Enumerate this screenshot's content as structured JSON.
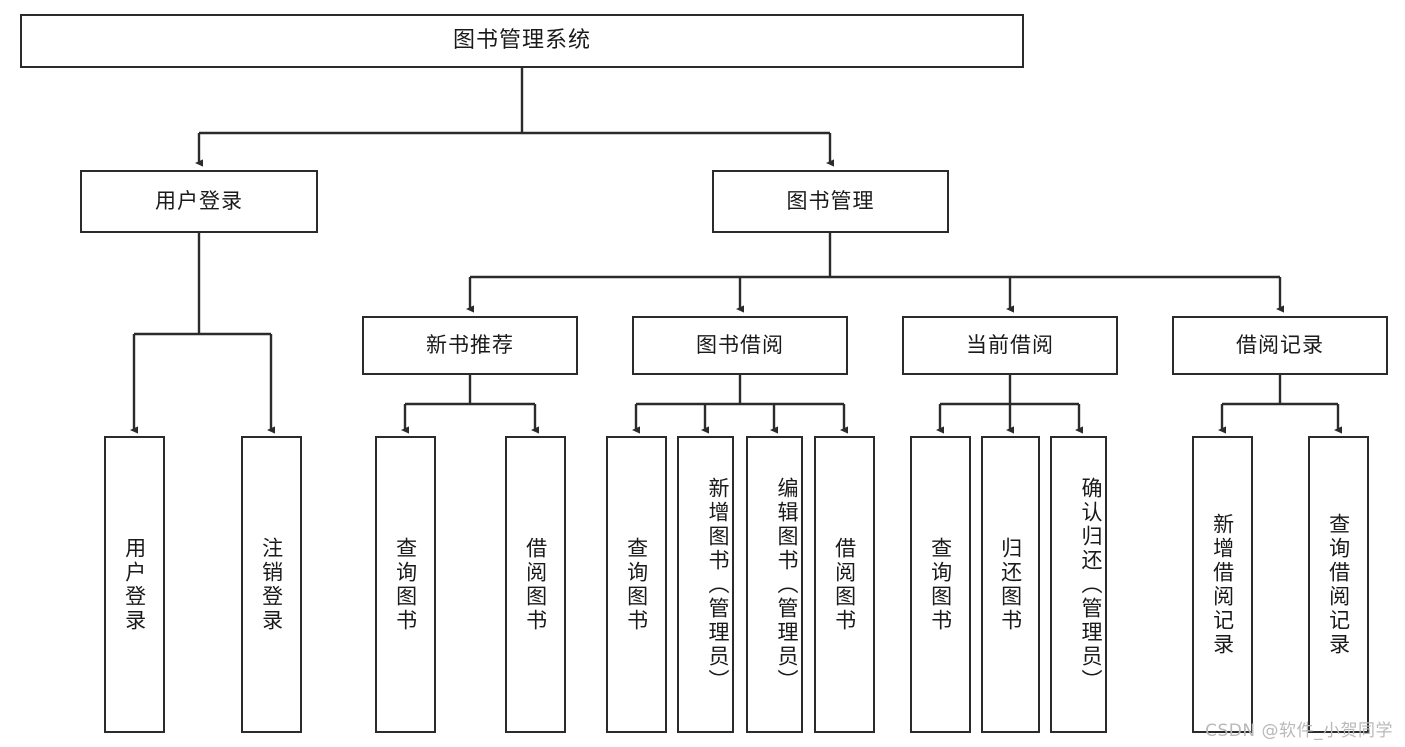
{
  "diagram": {
    "title": "图书管理系统",
    "type": "tree",
    "root": {
      "id": "root",
      "label": "图书管理系统"
    },
    "level2": [
      {
        "id": "user-login",
        "label": "用户登录"
      },
      {
        "id": "book-manage",
        "label": "图书管理"
      }
    ],
    "level3": [
      {
        "id": "new-book-rec",
        "label": "新书推荐",
        "parent": "book-manage"
      },
      {
        "id": "book-borrow",
        "label": "图书借阅",
        "parent": "book-manage"
      },
      {
        "id": "current-borrow",
        "label": "当前借阅",
        "parent": "book-manage"
      },
      {
        "id": "borrow-record",
        "label": "借阅记录",
        "parent": "book-manage"
      }
    ],
    "leaves": [
      {
        "id": "leaf-user-login",
        "label": "用户登录",
        "parent": "user-login"
      },
      {
        "id": "leaf-logout",
        "label": "注销登录",
        "parent": "user-login"
      },
      {
        "id": "leaf-query-book-1",
        "label": "查询图书",
        "parent": "new-book-rec"
      },
      {
        "id": "leaf-borrow-book-1",
        "label": "借阅图书",
        "parent": "new-book-rec"
      },
      {
        "id": "leaf-query-book-2",
        "label": "查询图书",
        "parent": "book-borrow"
      },
      {
        "id": "leaf-add-book",
        "label": "新增图书（管理员）",
        "parent": "book-borrow"
      },
      {
        "id": "leaf-edit-book",
        "label": "编辑图书（管理员）",
        "parent": "book-borrow"
      },
      {
        "id": "leaf-borrow-book-2",
        "label": "借阅图书",
        "parent": "book-borrow"
      },
      {
        "id": "leaf-query-book-3",
        "label": "查询图书",
        "parent": "current-borrow"
      },
      {
        "id": "leaf-return-book",
        "label": "归还图书",
        "parent": "current-borrow"
      },
      {
        "id": "leaf-confirm-return",
        "label": "确认归还（管理员）",
        "parent": "current-borrow"
      },
      {
        "id": "leaf-add-record",
        "label": "新增借阅记录",
        "parent": "borrow-record"
      },
      {
        "id": "leaf-query-record",
        "label": "查询借阅记录",
        "parent": "borrow-record"
      }
    ]
  },
  "watermark": {
    "text": "CSDN @软件_小贺同学"
  },
  "colors": {
    "stroke": "#2b2b2b",
    "background": "#ffffff",
    "text": "#1a1a1a",
    "watermark": "#b9b9b9"
  }
}
